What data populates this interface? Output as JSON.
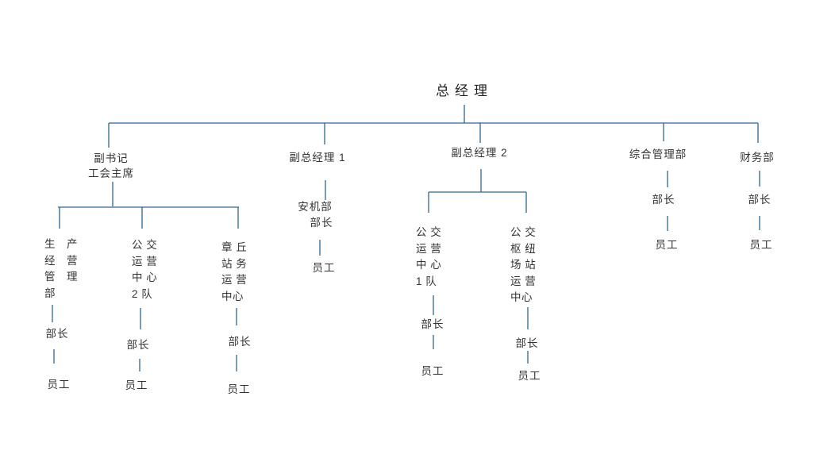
{
  "org_chart": {
    "line_color": "#2f6690",
    "root": {
      "label": "总经理"
    },
    "branches": [
      {
        "id": "deputy-secretary-union-chairman",
        "title_lines": [
          "副书记",
          "工会主席"
        ],
        "children": [
          {
            "id": "production-operation-management-dept",
            "name_lines": [
              "生　产",
              "经　营",
              "管　理",
              "部"
            ],
            "chief": "部长",
            "staff": "员工"
          },
          {
            "id": "bus-operation-center-team-2",
            "name_lines": [
              "公 交",
              "运 营",
              "中 心",
              "2 队"
            ],
            "chief": "部长",
            "staff": "员工"
          },
          {
            "id": "zhangqiu-station-operation-center",
            "name_lines": [
              "章 丘",
              "站 务",
              "运 营",
              "中心"
            ],
            "chief": "部长",
            "staff": "员工"
          }
        ]
      },
      {
        "id": "deputy-general-manager-1",
        "title": "副总经理 1",
        "children": [
          {
            "id": "safety-machinery-dept",
            "name": "安机部",
            "chief": "部长",
            "staff": "员工"
          }
        ]
      },
      {
        "id": "deputy-general-manager-2",
        "title": "副总经理 2",
        "children": [
          {
            "id": "bus-operation-center-team-1",
            "name_lines": [
              "公 交",
              "运 营",
              "中 心",
              "1 队"
            ],
            "chief": "部长",
            "staff": "员工"
          },
          {
            "id": "bus-hub-station-operation-center",
            "name_lines": [
              "公 交",
              "枢 纽",
              "场 站",
              "运 营",
              "中心"
            ],
            "chief": "部长",
            "staff": "员工"
          }
        ]
      },
      {
        "id": "general-management-dept",
        "title": "综合管理部",
        "chief": "部长",
        "staff": "员工"
      },
      {
        "id": "finance-dept",
        "title": "财务部",
        "chief": "部长",
        "staff": "员工"
      }
    ]
  }
}
